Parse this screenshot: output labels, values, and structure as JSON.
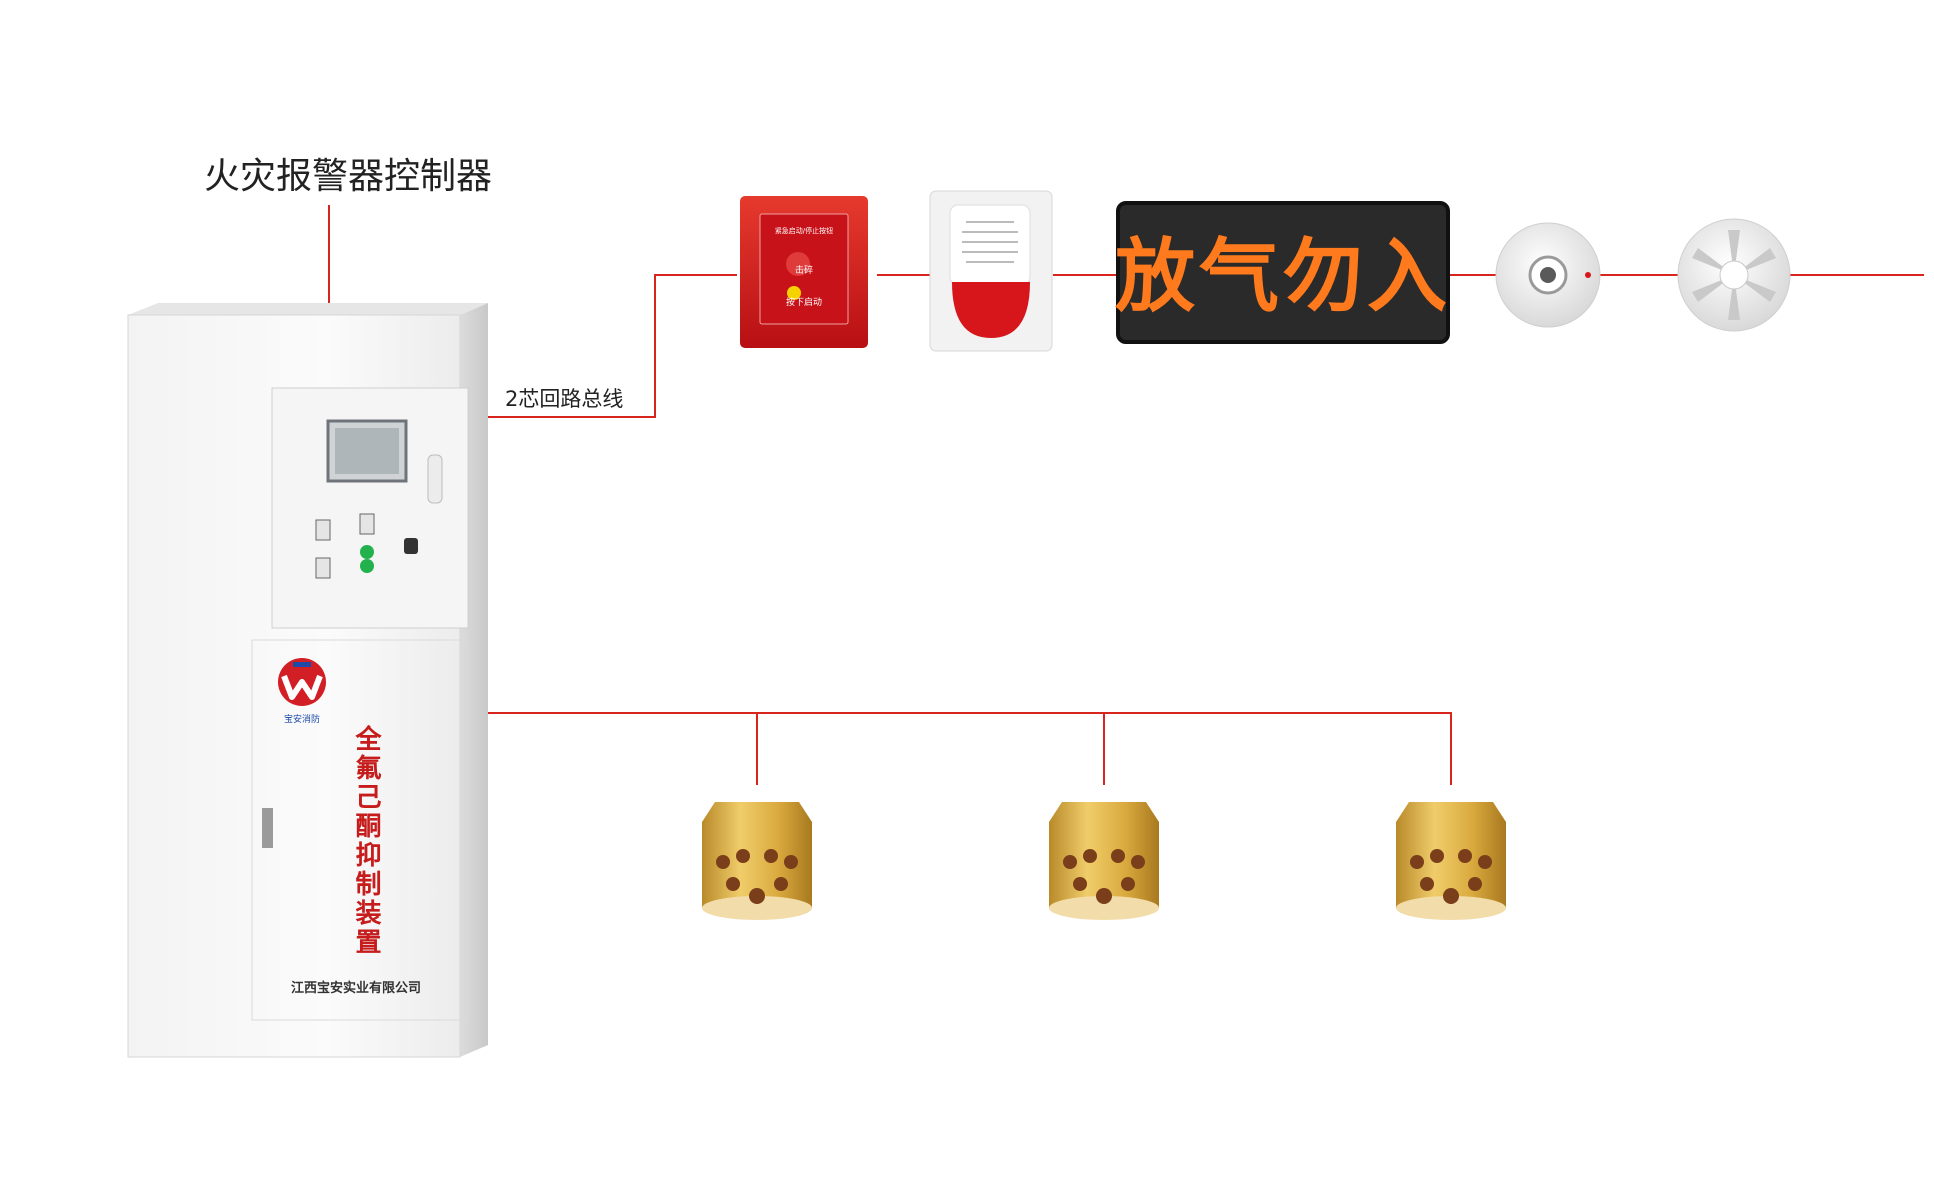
{
  "controller": {
    "title": "火灾报警器控制器",
    "product_name": "全氟己酮抑制装置",
    "company": "江西宝安实业有限公司",
    "logo_text": "宝安消防"
  },
  "bus_label": "2芯回路总线",
  "devices": [
    {
      "name": "manual-alarm-button",
      "text_lines": [
        "紧急启动/停止按钮",
        "击碎",
        "按下启动"
      ]
    },
    {
      "name": "sound-light-alarm"
    },
    {
      "name": "gas-release-sign",
      "text": "放气勿入"
    },
    {
      "name": "heat-detector"
    },
    {
      "name": "smoke-detector"
    }
  ],
  "nozzles": [
    {
      "name": "nozzle-1"
    },
    {
      "name": "nozzle-2"
    },
    {
      "name": "nozzle-3"
    }
  ],
  "colors": {
    "wire": "#d8261f",
    "sign_bg": "#2a2a2a",
    "sign_text": "#ff7a1c",
    "alarm_red": "#d7161b",
    "brass": "#d8a93a",
    "product_text": "#c61c1c"
  }
}
